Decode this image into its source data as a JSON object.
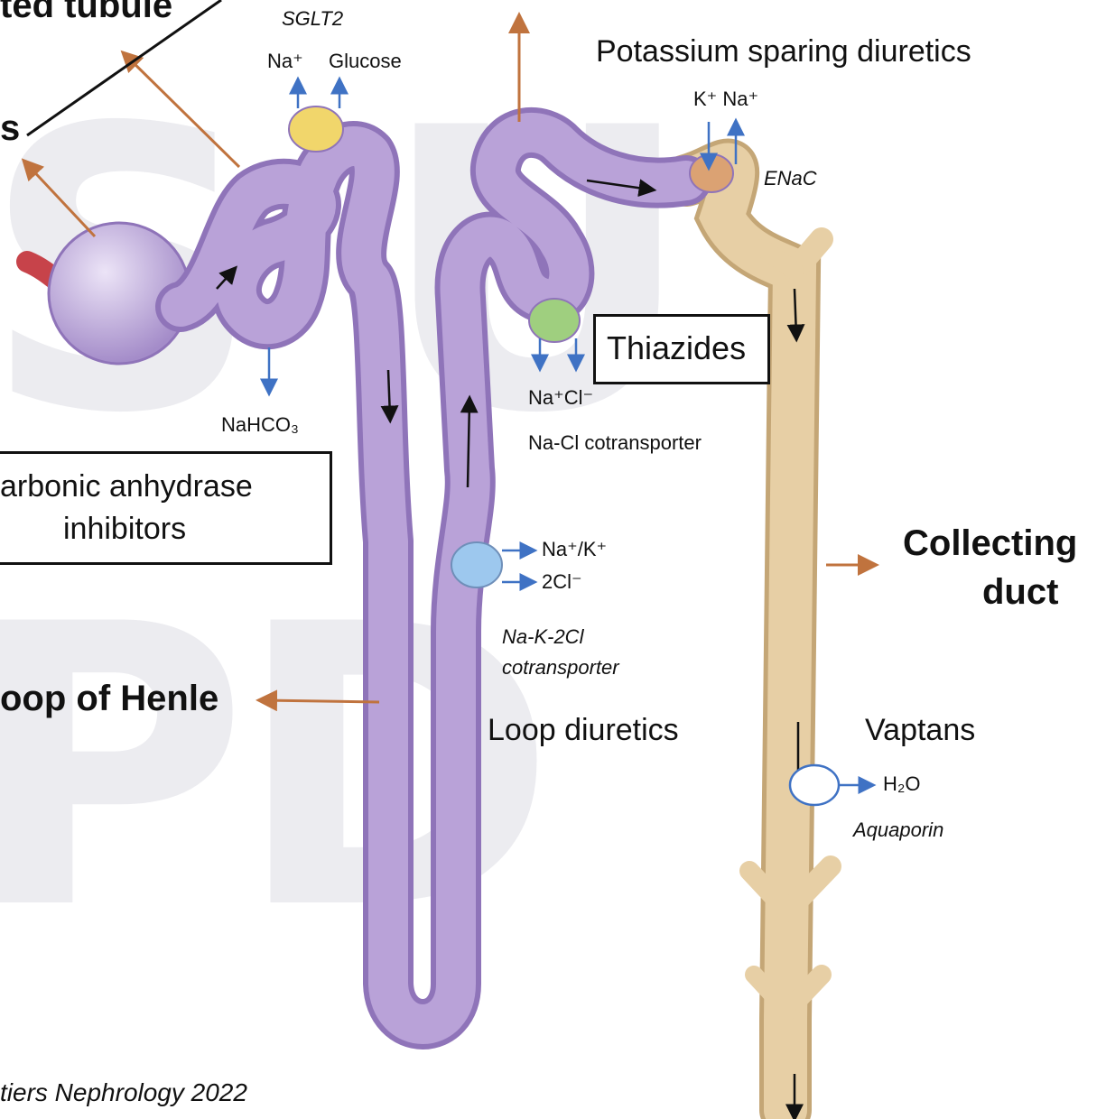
{
  "labels": {
    "convoluted_tubule": "ted tubule",
    "truncated_s": "s",
    "sglt2": "SGLT2",
    "sglt2_na": "Na⁺",
    "sglt2_glucose": "Glucose",
    "potassium_sparing": "Potassium sparing diuretics",
    "k_na": "K⁺ Na⁺",
    "enac": "ENaC",
    "thiazides": "Thiazides",
    "na_cl": "Na⁺Cl⁻",
    "na_cl_cotransporter": "Na-Cl cotransporter",
    "nahco3": "NaHCO₃",
    "carbonic_1": "arbonic anhydrase",
    "carbonic_2": "inhibitors",
    "na_k": "Na⁺/K⁺",
    "two_cl": "2Cl⁻",
    "nkcc_1": "Na-K-2Cl",
    "nkcc_2": "cotransporter",
    "loop_diuretics": "Loop diuretics",
    "loop_of_henle": "oop of Henle",
    "collecting_1": "Collecting",
    "collecting_2": "duct",
    "vaptans": "Vaptans",
    "h2o": "H₂O",
    "aquaporin": "Aquaporin",
    "citation": "tiers Nephrology 2022"
  },
  "colors": {
    "tubule": "#b9a2d8",
    "tubule_dark": "#8f74b9",
    "duct": "#e7cfa5",
    "duct_dark": "#c4a676",
    "arrow_brown": "#c0733e",
    "arrow_blue": "#3f72c4",
    "sglt2_dot": "#f1d66b",
    "enac_dot": "#dba273",
    "ncc_dot": "#9fcf7f",
    "nkcc_dot": "#9dc8ee",
    "aquaporin_dot": "#ffffff"
  }
}
